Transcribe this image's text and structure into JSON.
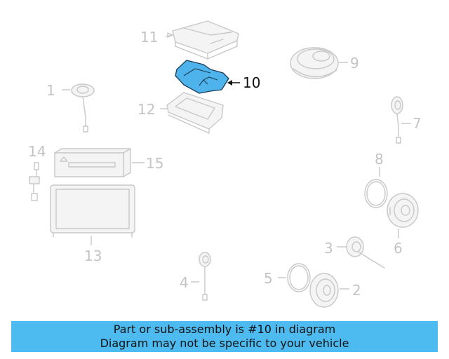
{
  "highlighted_part": "10",
  "callouts": {
    "c1": "1",
    "c2": "2",
    "c3": "3",
    "c4": "4",
    "c5": "5",
    "c6": "6",
    "c7": "7",
    "c8": "8",
    "c9": "9",
    "c10": "10",
    "c11": "11",
    "c12": "12",
    "c13": "13",
    "c14": "14",
    "c15": "15"
  },
  "banner": {
    "line1": "Part or sub-assembly is #10 in diagram",
    "line2": "Diagram may not be specific to your vehicle"
  },
  "colors": {
    "highlight_fill": "#4db3ea",
    "banner_background": "#4dbaf0",
    "part_stroke": "#c8c8c8"
  }
}
